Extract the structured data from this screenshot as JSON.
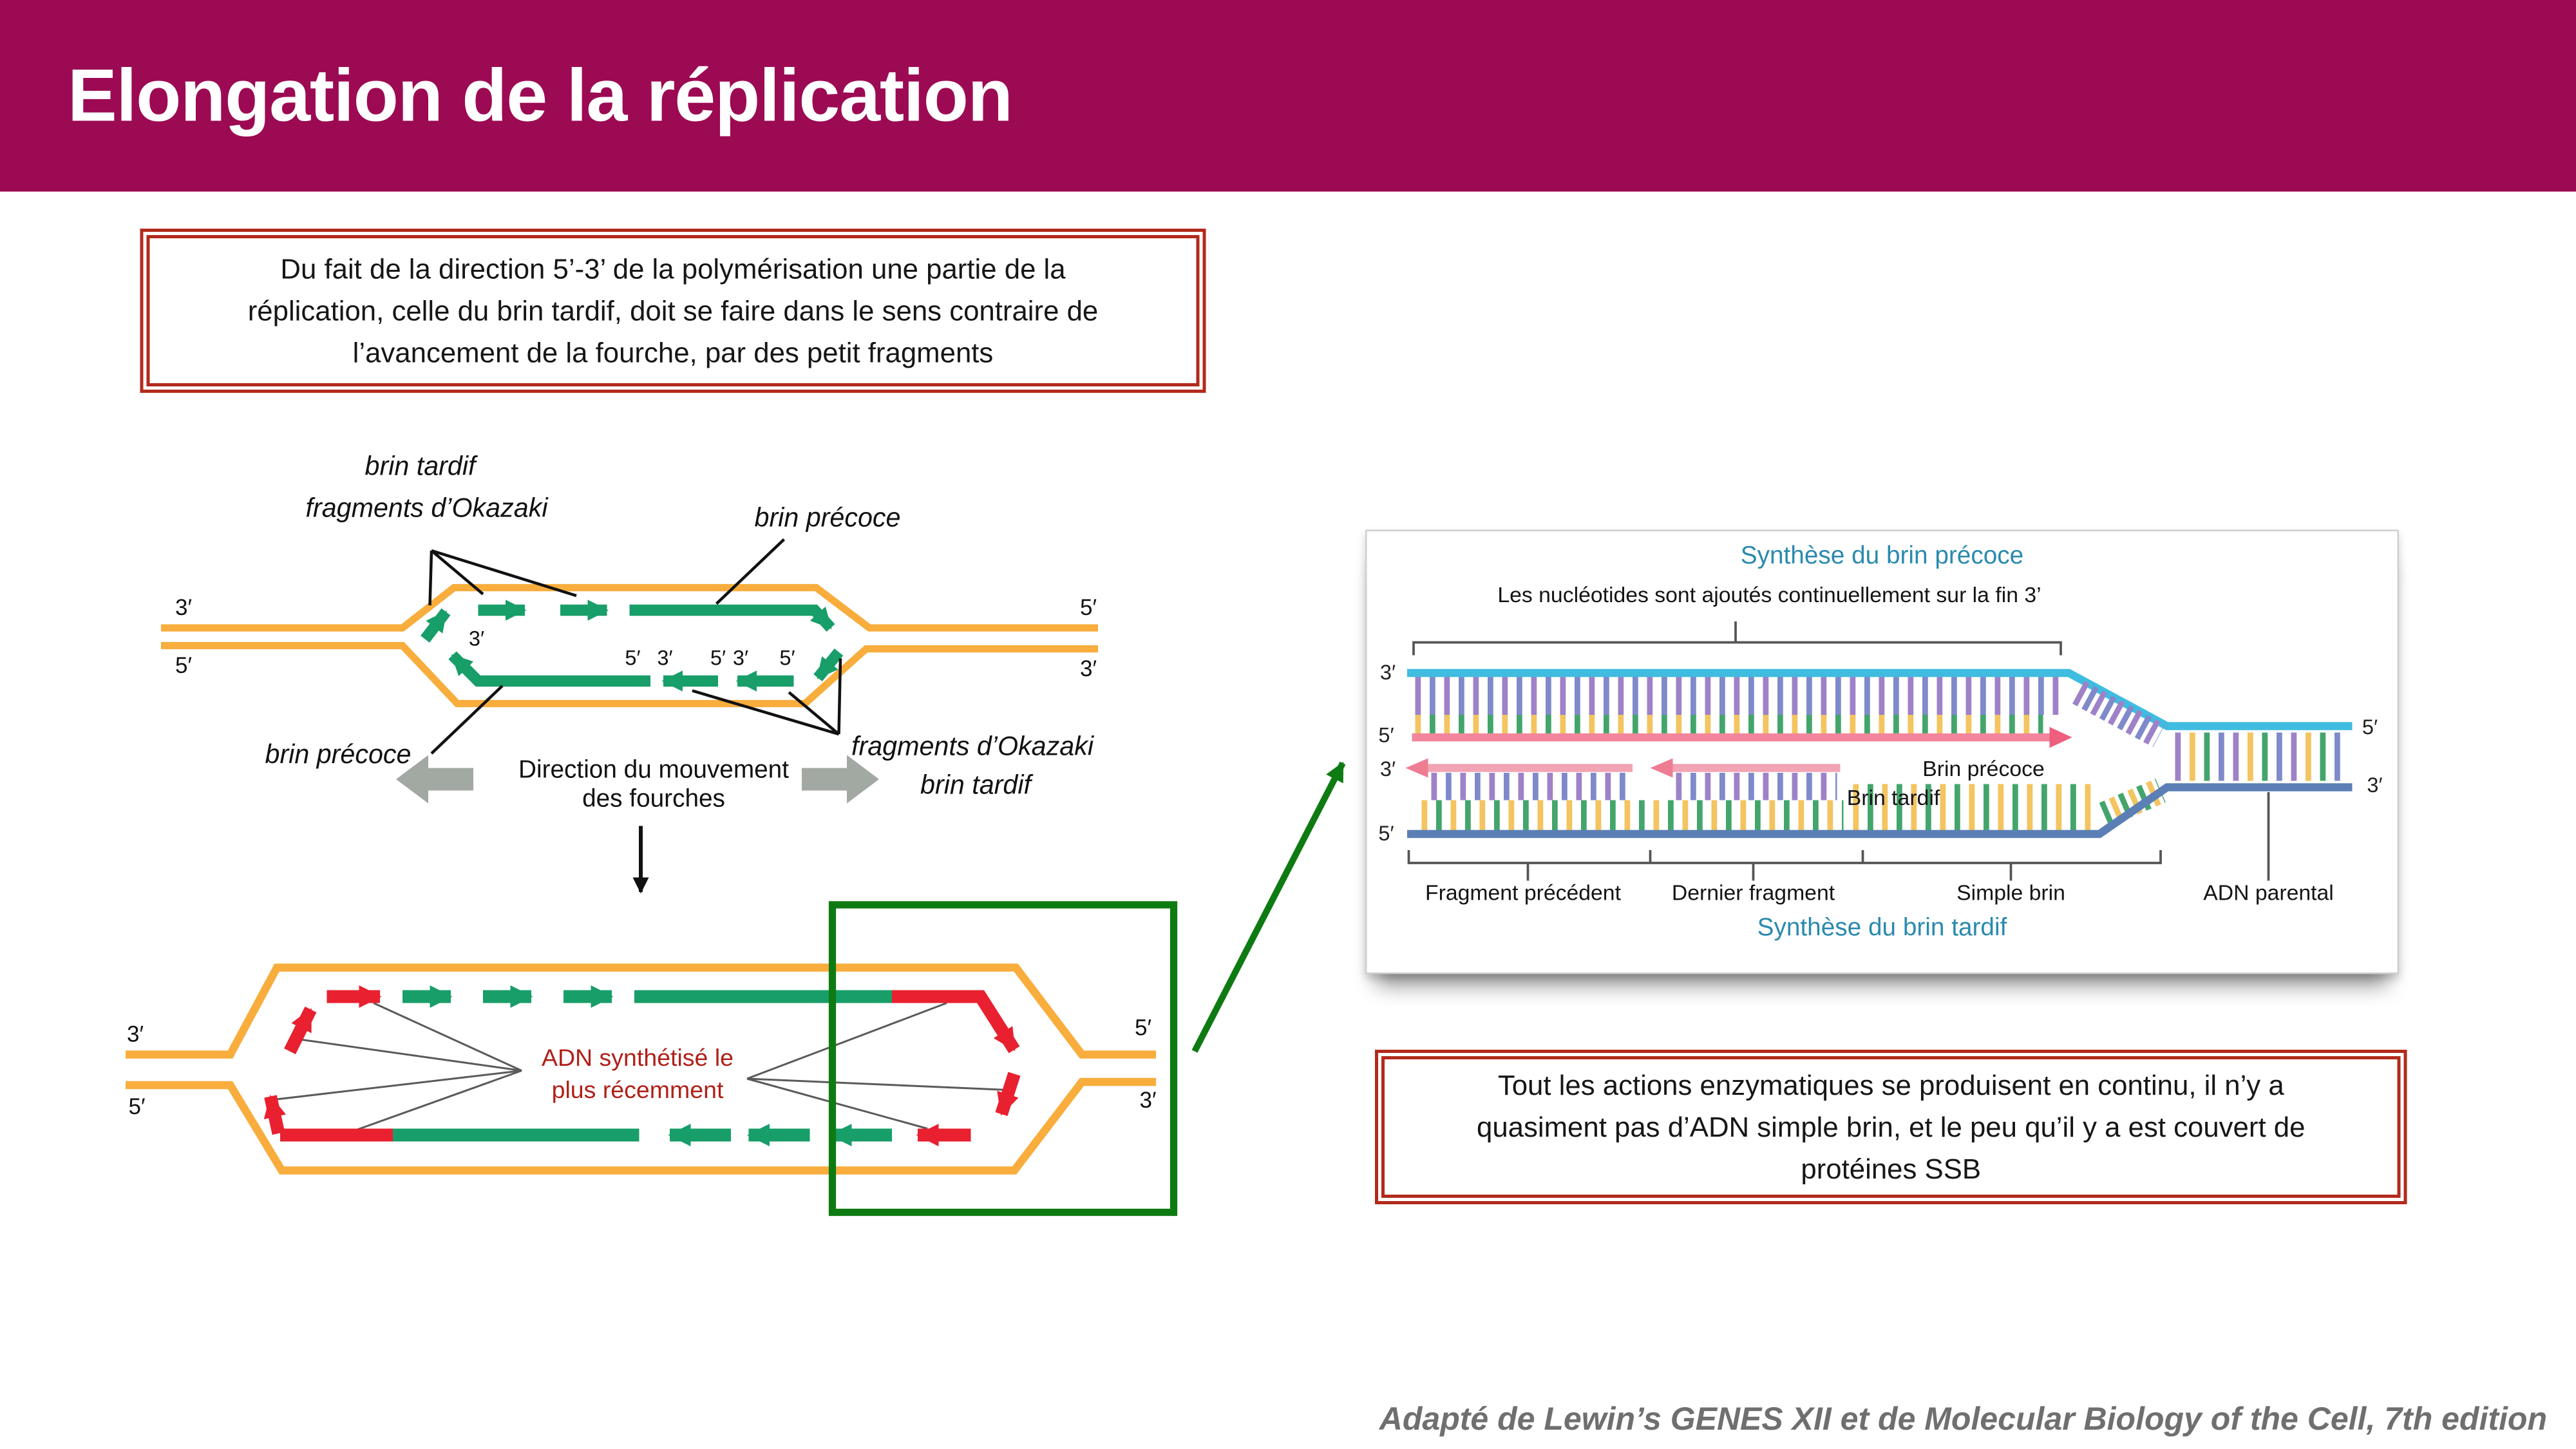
{
  "header": {
    "title": "Elongation de la réplication"
  },
  "info_box_top": {
    "lines": [
      "Du fait de la direction 5’-3’ de la polymérisation une partie de la",
      "réplication, celle du brin tardif, doit se faire dans le sens contraire de",
      "l’avancement de la fourche, par des petit fragments"
    ]
  },
  "diagram_fork": {
    "label_lagging_top": "brin tardif",
    "label_okazaki_top": "fragments d’Okazaki",
    "label_leading_top_right": "brin précoce",
    "label_leading_bottom_left": "brin précoce",
    "label_okazaki_bottom_right": "fragments d’Okazaki",
    "label_lagging_bottom_right": "brin tardif",
    "direction_line1": "Direction du mouvement",
    "direction_line2": "des fourches",
    "prime_left_top": "3′",
    "prime_left_bottom": "5′",
    "prime_right_top": "5′",
    "prime_right_bottom": "3′",
    "inner_prime_1": "3′",
    "inner_prime_2": "5′",
    "inner_prime_3": "3′",
    "inner_prime_4": "5′",
    "inner_prime_5": "3′",
    "inner_prime_6": "5′"
  },
  "diagram_bubble": {
    "center_line1": "ADN synthétisé le",
    "center_line2": "plus récemment",
    "prime_left_top": "3′",
    "prime_left_bottom": "5′",
    "prime_right_top": "5′",
    "prime_right_bottom": "3′"
  },
  "panel": {
    "title_top": "Synthèse du brin précoce",
    "note": "Les nucléotides sont ajoutés continuellement sur la fin 3’",
    "label_leading": "Brin précoce",
    "label_lagging": "Brin tardif",
    "label_fragment_previous": "Fragment précédent",
    "label_fragment_last": "Dernier fragment",
    "label_single_strand": "Simple brin",
    "label_parental_dna": "ADN parental",
    "title_bottom": "Synthèse du brin tardif",
    "prime_left_1": "3′",
    "prime_left_2": "5′",
    "prime_left_3": "3′",
    "prime_left_4": "5′",
    "prime_right_top": "5′",
    "prime_right_bottom": "3′"
  },
  "info_box_bottom": {
    "lines": [
      "Tout les actions enzymatiques se produisent en continu, il n’y a",
      "quasiment pas d’ADN simple brin, et le peu qu’il y a est couvert de",
      "protéines SSB"
    ]
  },
  "footer": {
    "credit": "Adapté de Lewin’s GENES XII et de Molecular Biology of the Cell, 7th edition"
  },
  "colors": {
    "header_magenta": "#9c0a53",
    "strand_orange": "#f8ad3c",
    "new_dna_green": "#189e68",
    "recent_dna_red": "#e8202f",
    "annotation_dark_red": "#b02018",
    "teal_heading": "#2a8aad",
    "sketch_box_red": "#b22a1c",
    "highlight_green": "#0e7b12",
    "direction_gray": "#a2a8a2",
    "footer_gray": "#6f6f6f"
  }
}
